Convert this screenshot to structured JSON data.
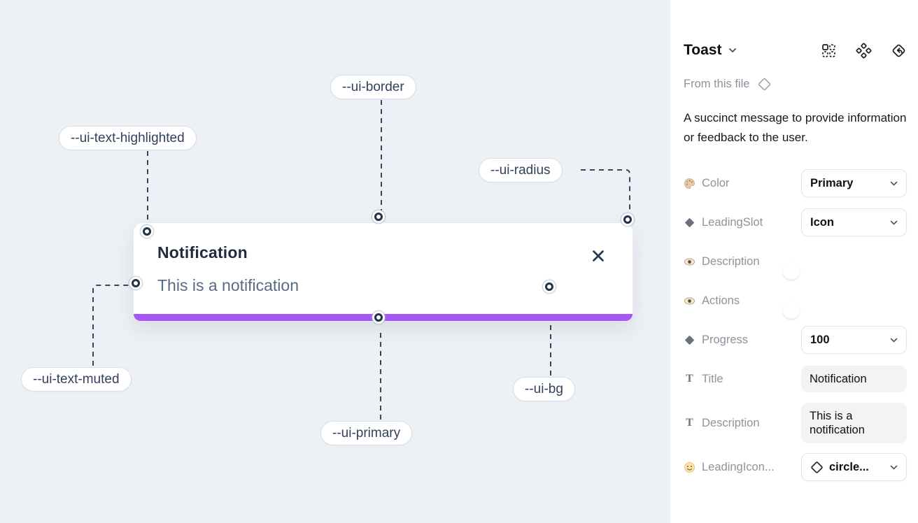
{
  "canvas": {
    "labels": {
      "border": "--ui-border",
      "text_highlighted": "--ui-text-highlighted",
      "radius": "--ui-radius",
      "text_muted": "--ui-text-muted",
      "primary": "--ui-primary",
      "bg": "--ui-bg"
    },
    "toast": {
      "title": "Notification",
      "description": "This is a notification"
    }
  },
  "panel": {
    "title": "Toast",
    "source": "From this file",
    "description": "A succinct message to provide information or feedback to the user.",
    "properties": [
      {
        "icon": "palette-icon",
        "label": "Color",
        "control": "select",
        "value": "Primary"
      },
      {
        "icon": "diamond-icon",
        "label": "LeadingSlot",
        "control": "select",
        "value": "Icon"
      },
      {
        "icon": "eye-icon",
        "label": "Description",
        "control": "toggle",
        "value": "on"
      },
      {
        "icon": "eye-icon",
        "label": "Actions",
        "control": "toggle",
        "value": "on"
      },
      {
        "icon": "diamond-icon",
        "label": "Progress",
        "control": "select",
        "value": "100"
      },
      {
        "icon": "text-icon",
        "label": "Title",
        "control": "text",
        "value": "Notification"
      },
      {
        "icon": "text-icon",
        "label": "Description",
        "control": "text",
        "value": "This is a notification"
      },
      {
        "icon": "smiley-icon",
        "label": "LeadingIcon...",
        "control": "select-icon",
        "value": "circle..."
      }
    ]
  },
  "colors": {
    "toggle_on": "#1da1f2",
    "progress": "#a855f7",
    "canvas_bg": "#edf1f5",
    "wire": "#36465f"
  }
}
